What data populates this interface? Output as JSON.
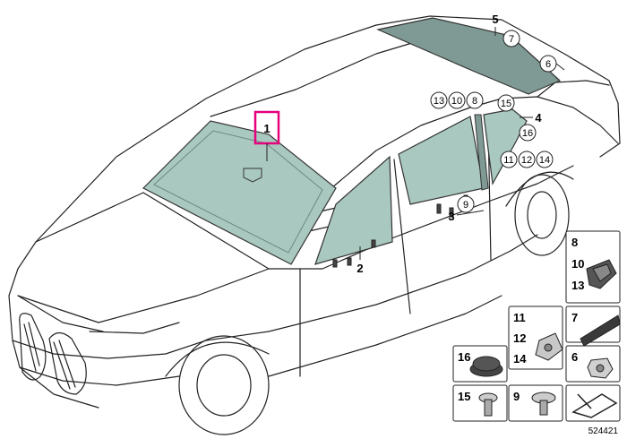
{
  "diagram": {
    "highlight_color": "#e6007e",
    "glass_color": "#a9c8bf",
    "rear_glass_color": "#7f9a94",
    "labels": {
      "windscreen": "1",
      "front_door_window": "2",
      "rear_door_window": "3",
      "quarter_window": "4",
      "rear_window": "5"
    },
    "callouts": {
      "c6": "6",
      "c7": "7",
      "c8": "8",
      "c9": "9",
      "c10": "10",
      "c11": "11",
      "c12": "12",
      "c13": "13",
      "c14": "14",
      "c15": "15",
      "c16": "16"
    },
    "parts_panel": {
      "row1": {
        "a": "8",
        "b": "10",
        "c": "13"
      },
      "row2": {
        "left_a": "11",
        "left_b": "12",
        "left_c": "14",
        "right": "7"
      },
      "row3": {
        "left": "16",
        "right": "6"
      },
      "row4": {
        "left": "15",
        "mid": "9"
      }
    },
    "diagram_number": "524421"
  }
}
